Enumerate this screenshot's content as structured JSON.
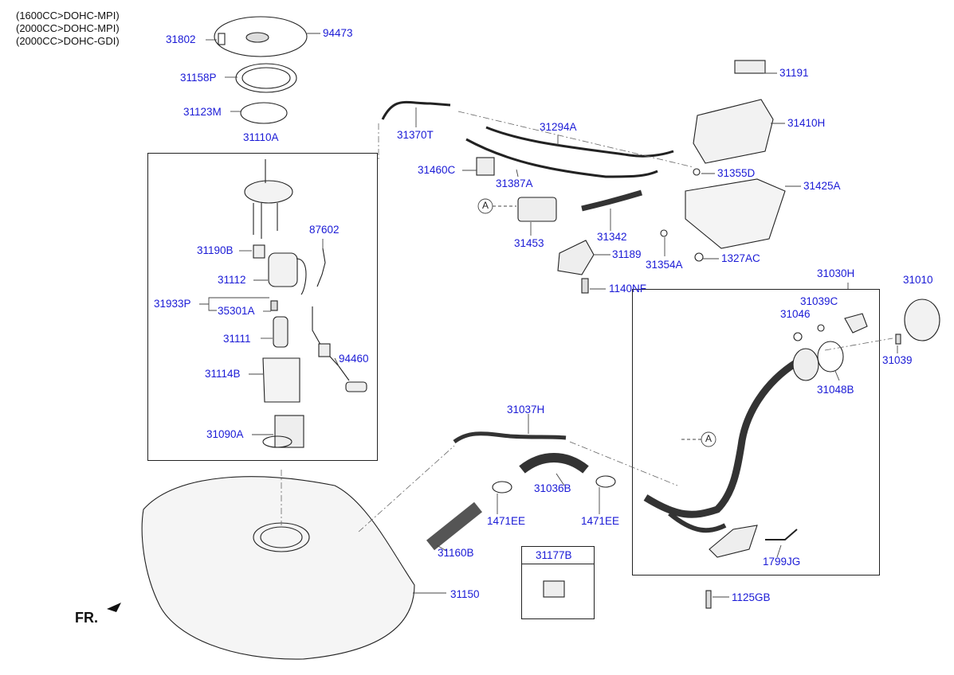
{
  "engine_notes": [
    "(1600CC>DOHC-MPI)",
    "(2000CC>DOHC-MPI)",
    "(2000CC>DOHC-GDI)"
  ],
  "front_indicator": "FR.",
  "reference_marker": "A",
  "parts": {
    "p31802": "31802",
    "p94473": "94473",
    "p31158P": "31158P",
    "p31123M": "31123M",
    "p31110A": "31110A",
    "p31190B": "31190B",
    "p87602": "87602",
    "p31112": "31112",
    "p31933P": "31933P",
    "p35301A": "35301A",
    "p31111": "31111",
    "p94460": "94460",
    "p31114B": "31114B",
    "p31090A": "31090A",
    "p31370T": "31370T",
    "p31294A": "31294A",
    "p31191": "31191",
    "p31410H": "31410H",
    "p31460C": "31460C",
    "p31387A": "31387A",
    "p31355D": "31355D",
    "p31425A": "31425A",
    "p31453": "31453",
    "p31342": "31342",
    "p31189": "31189",
    "p31354A": "31354A",
    "p1327AC": "1327AC",
    "p1140NF": "1140NF",
    "p31030H": "31030H",
    "p31010": "31010",
    "p31039C": "31039C",
    "p31046": "31046",
    "p31039": "31039",
    "p31048B": "31048B",
    "p31037H": "31037H",
    "p31036B": "31036B",
    "p1471EE_a": "1471EE",
    "p1471EE_b": "1471EE",
    "p31160B": "31160B",
    "p31177B": "31177B",
    "p31150": "31150",
    "p1799JG": "1799JG",
    "p1125GB": "1125GB"
  }
}
